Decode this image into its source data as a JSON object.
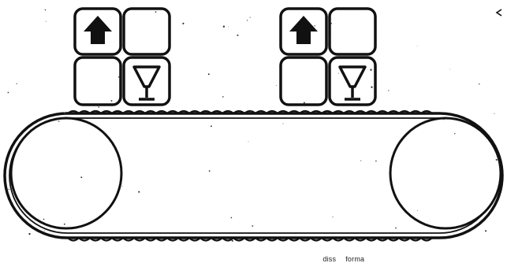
{
  "caption": {
    "word1": "diss",
    "word2": "forma"
  },
  "colors": {
    "ink": "#111111",
    "paper": "#ffffff"
  },
  "icons": {
    "up": "up-arrow-icon",
    "fragile": "wine-glass-icon"
  },
  "boxes": [
    {
      "name": "left-package",
      "arrow_cell": "top-left",
      "glass_cell": "bottom-right"
    },
    {
      "name": "right-package",
      "arrow_cell": "top-left",
      "glass_cell": "bottom-right"
    }
  ]
}
